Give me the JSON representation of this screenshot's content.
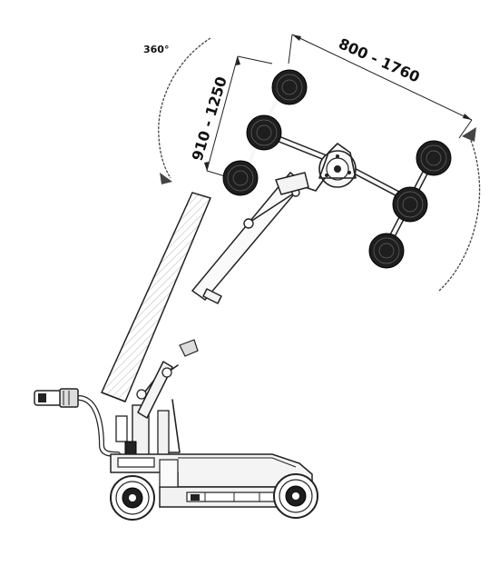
{
  "labels": {
    "rotation": "360°",
    "height_range": "910 - 1250",
    "width_range": "800 - 1760"
  },
  "colors": {
    "line": "#222222",
    "cup": "#1e1e1e",
    "background": "#ffffff"
  }
}
